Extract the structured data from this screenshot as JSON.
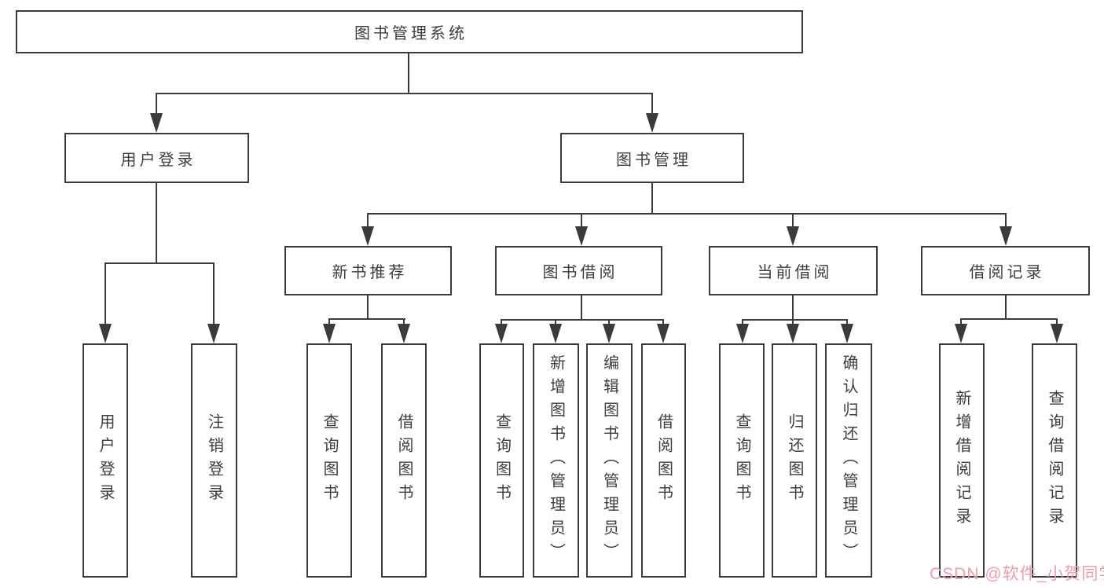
{
  "title": {
    "label": "图书管理系统"
  },
  "nodes": {
    "user_login": "用户登录",
    "book_mgmt": "图书管理",
    "new_book_rec": "新书推荐",
    "book_borrow": "图书借阅",
    "current_borrow": "当前借阅",
    "borrow_record": "借阅记录"
  },
  "leaves": {
    "user_login": [
      "用户登录",
      "注销登录"
    ],
    "new_book_rec": [
      "查询图书",
      "借阅图书"
    ],
    "book_borrow": [
      "查询图书",
      "新增图书（管理员）",
      "编辑图书（管理员）",
      "借阅图书"
    ],
    "current_borrow": [
      "查询图书",
      "归还图书",
      "确认归还（管理员）"
    ],
    "borrow_record": [
      "新增借阅记录",
      "查询借阅记录"
    ]
  },
  "watermark": {
    "text": "CSDN @软件_小贺同学",
    "color": "#f09cae"
  },
  "colors": {
    "line": "#3b3b3b",
    "text": "#3d3d3d",
    "background": "#ffffff"
  },
  "diagram_type": "hierarchy-tree"
}
